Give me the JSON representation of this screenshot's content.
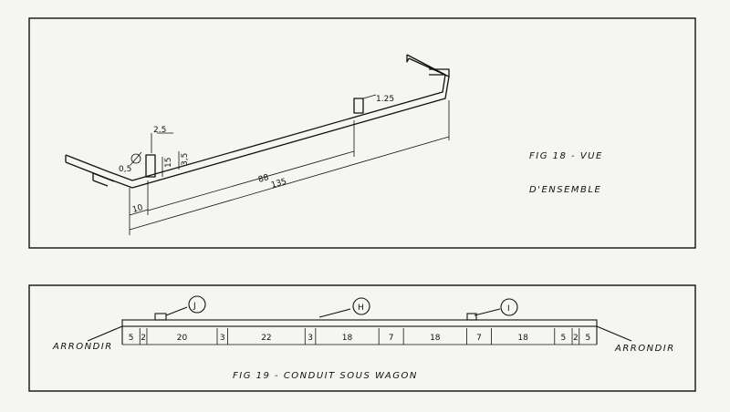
{
  "fig18": {
    "caption_line1": "FIG 18 - VUE",
    "caption_line2": "D'ENSEMBLE",
    "dims": {
      "d_2_5": "2.5",
      "d_0_5": "0,5",
      "d_15": "15",
      "d_3_5": "3,5",
      "d_1_25": "1.25",
      "d_88": "88",
      "d_135": "135",
      "d_10": "10"
    }
  },
  "fig19": {
    "caption": "FIG 19 -  CONDUIT SOUS WAGON",
    "left_note": "ARRONDIR",
    "right_note": "ARRONDIR",
    "callouts": [
      "J",
      "H",
      "I"
    ],
    "segments": [
      "5",
      "2",
      "20",
      "3",
      "22",
      "3",
      "18",
      "7",
      "18",
      "7",
      "18",
      "5",
      "2",
      "5"
    ]
  }
}
